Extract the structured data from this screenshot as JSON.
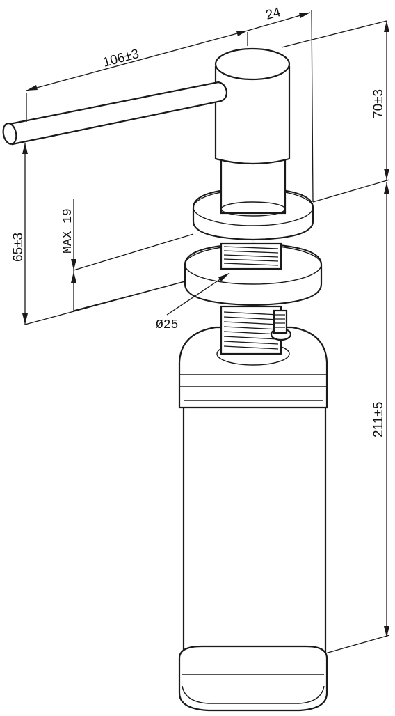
{
  "drawing": {
    "subject": "soap-dispenser-pump",
    "line_color": "#1a1a1a",
    "background": "#ffffff"
  },
  "dimensions": {
    "spout_length": "106±3",
    "head_diameter": "24",
    "head_height": "70±3",
    "spout_height": "65±3",
    "max_thickness": "MAX 19",
    "thread_diameter": "Ø25",
    "bottle_height": "211±5"
  }
}
